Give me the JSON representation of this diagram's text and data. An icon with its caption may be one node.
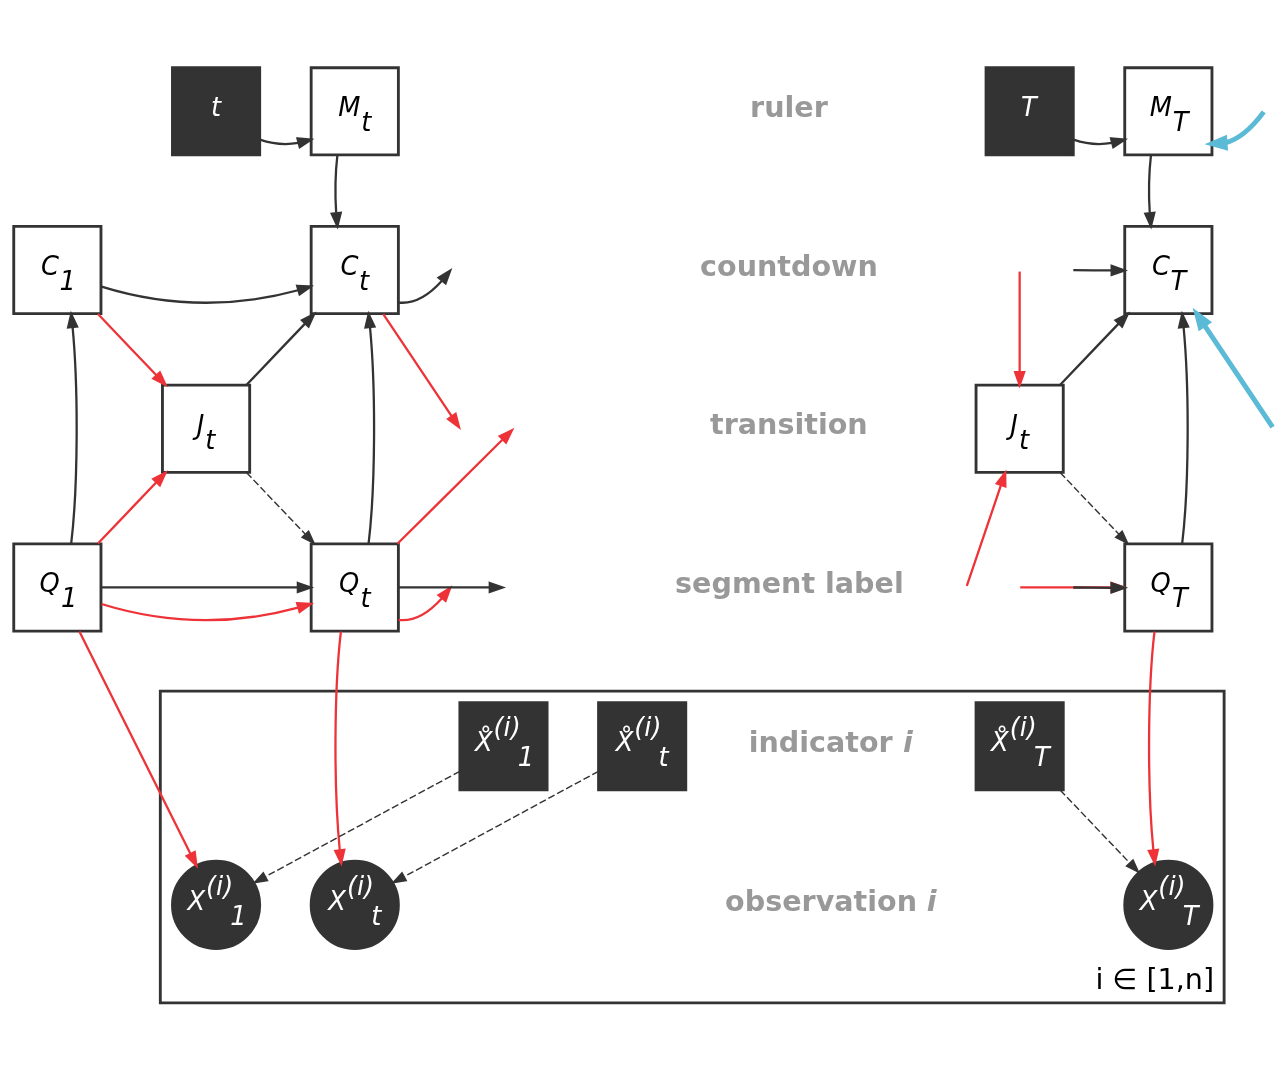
{
  "diagram": {
    "nodes": [
      {
        "text": [
          "i ∈ [1,n]"
        ]
      },
      {
        "text": [
          "t"
        ]
      },
      {
        "text": [
          "M$_{t}$"
        ]
      },
      {
        "text": [
          "T"
        ]
      },
      {
        "text": [
          "M$_{T}$"
        ]
      },
      {
        "text": [
          "C$_{1}$"
        ]
      },
      {
        "text": [
          "C$_{t}$"
        ]
      },
      {
        "text": [
          "C$_{T}$"
        ]
      },
      {
        "text": [
          "J$_{t}$"
        ]
      },
      {
        "text": [
          "J$_{t}$"
        ]
      },
      {
        "text": [
          "Q$_{1}$"
        ]
      },
      {
        "text": [
          "Q$_{t}$"
        ]
      },
      {
        "text": [
          "Q$_{T}$"
        ]
      },
      {
        "text": [
          "X̊$^{(i)}$$_{1}$"
        ],
        "in": 0
      },
      {
        "text": [
          "X̊$^{(i)}$$_{t}$"
        ],
        "in": 0
      },
      {
        "text": [
          "X̊$^{(i)}$$_{T}$"
        ],
        "in": 0
      },
      {
        "text": [
          "X$^{(i)}$$_{1}$"
        ],
        "in": 0
      },
      {
        "text": [
          "X$^{(i)}$$_{t}$"
        ],
        "in": 0
      },
      {
        "text": [
          "X$^{(i)}$$_{T}$"
        ],
        "in": 0
      }
    ],
    "edges": [
      {
        "from": 1,
        "to": 2,
        "arrow": "to"
      },
      {
        "from": 2,
        "to": 6,
        "arrow": "to"
      },
      {
        "from": 3,
        "to": 4,
        "arrow": "to"
      },
      {
        "from": 4,
        "to": 7,
        "arrow": "to"
      },
      {
        "from": 5,
        "to": 6,
        "arrow": "to"
      },
      {
        "from": 6,
        "to": null,
        "arrow": "to",
        "color": "#ee3338"
      },
      {
        "from": null,
        "to": 7,
        "arrow": "to",
        "style": "thick",
        "color": "#5bbad5"
      },
      {
        "from": 10,
        "to": 5,
        "arrow": "to"
      },
      {
        "from": 5,
        "to": 8,
        "arrow": "to",
        "color": "#ee3338"
      },
      {
        "from": 10,
        "to": 8,
        "arrow": "to",
        "color": "#ee3338"
      },
      {
        "from": 8,
        "to": 6,
        "arrow": "to"
      },
      {
        "from": 8,
        "to": 11,
        "arrow": "to",
        "style": "dashed"
      },
      {
        "from": 11,
        "to": 6,
        "arrow": "to"
      },
      {
        "from": 10,
        "to": 11,
        "arrow": "to",
        "color": "#ee3338"
      },
      {
        "from": 10,
        "to": 11,
        "arrow": "to"
      },
      {
        "from": 6,
        "to": null,
        "arrow": "to"
      },
      {
        "from": 11,
        "to": null,
        "arrow": "to",
        "color": "#ee3338"
      },
      {
        "from": 11,
        "to": null,
        "arrow": "to"
      },
      {
        "from": 11,
        "to": null,
        "arrow": "to",
        "color": "#ee3338"
      },
      {
        "from": null,
        "to": 9,
        "arrow": "to",
        "color": "#ee3338"
      },
      {
        "from": null,
        "to": 9,
        "arrow": "to",
        "color": "#ee3338"
      },
      {
        "from": 9,
        "to": 7,
        "arrow": "to"
      },
      {
        "from": 9,
        "to": 12,
        "arrow": "to",
        "style": "dashed"
      },
      {
        "from": null,
        "to": 12,
        "arrow": "to",
        "color": "#ee3338"
      },
      {
        "from": null,
        "to": 12,
        "arrow": "to"
      },
      {
        "from": 12,
        "to": 7,
        "arrow": "to"
      },
      {
        "from": 10,
        "to": 16,
        "arrow": "to",
        "color": "#ee3338"
      },
      {
        "from": 11,
        "to": 17,
        "arrow": "to",
        "color": "#ee3338"
      },
      {
        "from": 12,
        "to": 18,
        "arrow": "to",
        "color": "#ee3338"
      },
      {
        "from": 13,
        "to": 16,
        "arrow": "to",
        "style": "dashed"
      },
      {
        "from": 14,
        "to": 17,
        "arrow": "to",
        "style": "dashed"
      },
      {
        "from": 15,
        "to": 18,
        "arrow": "to",
        "style": "dashed"
      },
      {
        "from": null,
        "to": 4,
        "arrow": "to",
        "style": "thick",
        "color": "#5bbad5"
      },
      {
        "from": null,
        "to": 7,
        "arrow": "to"
      }
    ],
    "labels": [
      "ruler",
      "countdown",
      "transition",
      "segment label",
      "indicator *i*",
      "observation *i*"
    ]
  }
}
